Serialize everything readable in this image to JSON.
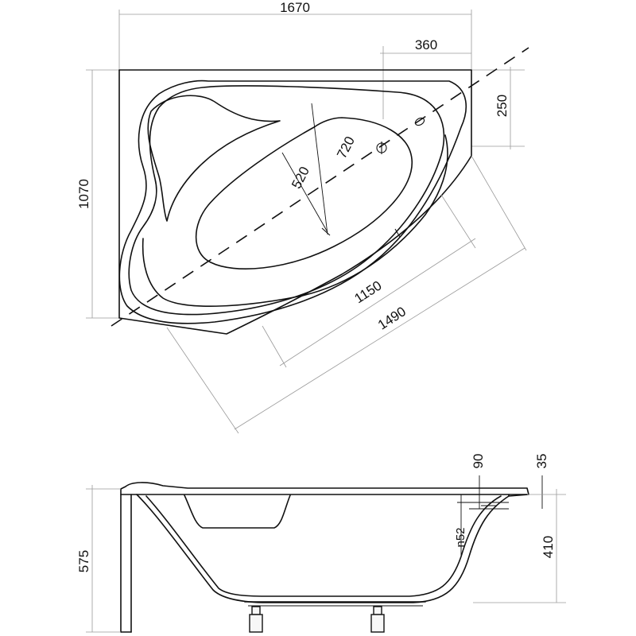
{
  "top_view": {
    "dimensions": {
      "overall_width": "1670",
      "corner_offset": "360",
      "overall_depth": "1070",
      "side_offset": "250",
      "basin_length": "720",
      "basin_width": "520",
      "inner_length": "1150",
      "outer_length": "1490"
    },
    "drain_symbol": "Φ"
  },
  "side_view": {
    "dimensions": {
      "rim_drop": "90",
      "rim_thickness": "35",
      "overflow_height": "n52",
      "total_height": "575",
      "depth": "410"
    }
  }
}
